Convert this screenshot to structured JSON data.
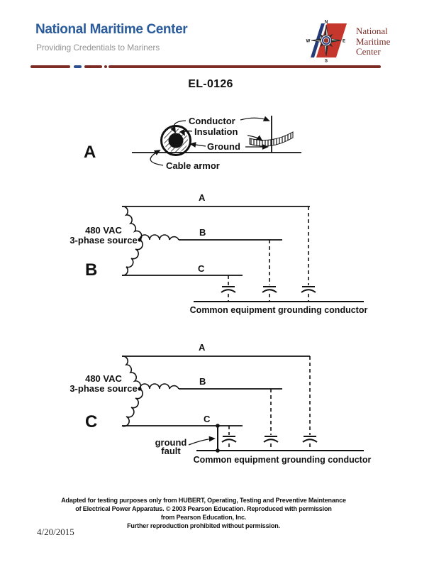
{
  "header": {
    "title": "National Maritime Center",
    "subtitle": "Providing Credentials to Mariners",
    "logo": {
      "line1": "National",
      "line2": "Maritime",
      "line3": "Center",
      "compass": {
        "n": "N",
        "e": "E",
        "s": "S",
        "w": "W"
      }
    }
  },
  "doc_title": "EL-0126",
  "figure_a": {
    "label": "A",
    "callout_conductor": "Conductor",
    "callout_insulation": "Insulation",
    "callout_ground": "Ground",
    "callout_cable_armor": "Cable armor"
  },
  "figure_b": {
    "label": "B",
    "source_line1": "480 VAC",
    "source_line2": "3-phase source",
    "phase_a": "A",
    "phase_b": "B",
    "phase_c": "C",
    "ground_conductor_label": "Common equipment grounding conductor"
  },
  "figure_c": {
    "label": "C",
    "source_line1": "480 VAC",
    "source_line2": "3-phase source",
    "phase_a": "A",
    "phase_b": "B",
    "phase_c": "C",
    "fault_line1": "ground",
    "fault_line2": "fault",
    "ground_conductor_label": "Common equipment grounding conductor"
  },
  "footer": {
    "line1": "Adapted for testing purposes only from HUBERT, Operating, Testing and Preventive Maintenance",
    "line2": "of Electrical Power Apparatus. © 2003 Pearson Education. Reproduced with permission",
    "line3": "from Pearson Education, Inc.",
    "line4": "Further reproduction prohibited without permission.",
    "date": "4/20/2015"
  },
  "colors": {
    "title_blue": "#2a5b9b",
    "subtitle_gray": "#959595",
    "divider_maroon": "#7d2b25",
    "divider_blue": "#2b4f8e",
    "logo_red": "#c5372c",
    "logo_navy": "#253a78",
    "logo_text_maroon": "#7b2b27",
    "ink": "#111111"
  }
}
